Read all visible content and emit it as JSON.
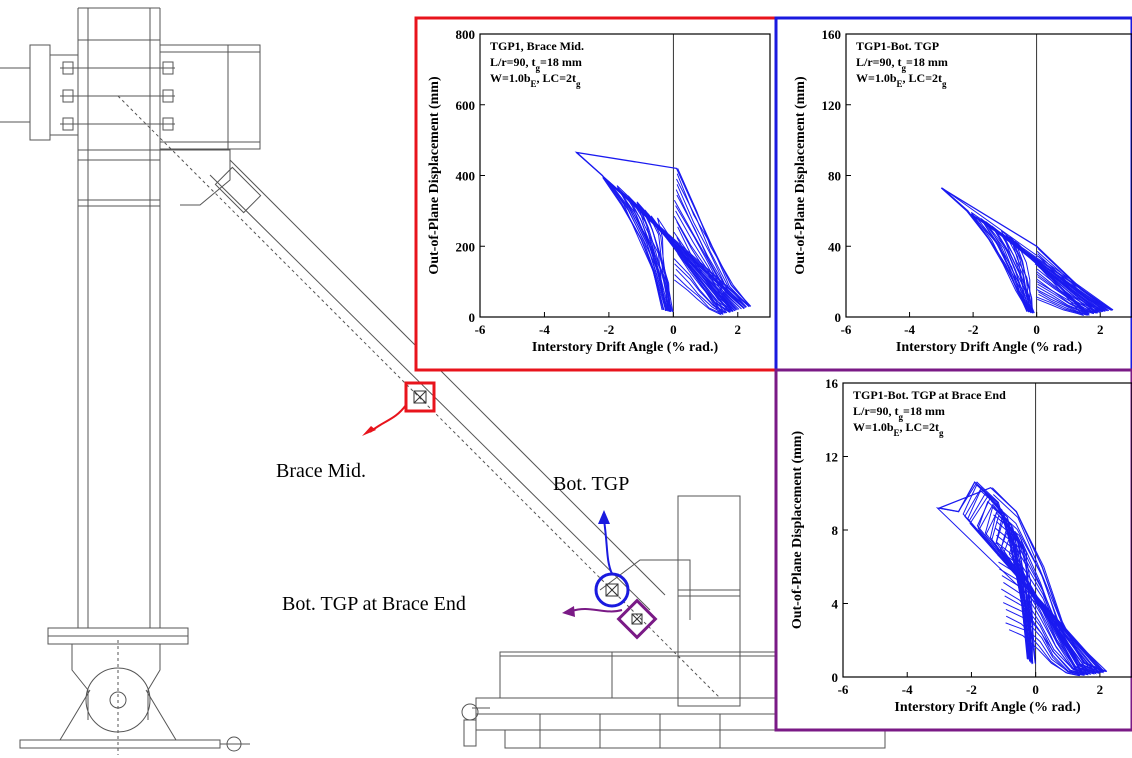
{
  "callouts": {
    "brace_mid": "Brace Mid.",
    "bot_tgp": "Bot. TGP",
    "bot_tgp_brace_end": "Bot. TGP at Brace End"
  },
  "colors": {
    "red": "#e8141c",
    "blue": "#1a1adf",
    "purple": "#7a1a86",
    "curve": "#1a1af0",
    "drawing": "#555555"
  },
  "chart_data": [
    {
      "type": "line",
      "frame_color": "red",
      "annotation": [
        "TGP1, Brace Mid.",
        "L/r=90, t_g=18 mm",
        "W=1.0b_E, LC=2t_g"
      ],
      "xlabel": "Interstory Drift Angle (% rad.)",
      "ylabel": "Out-of-Plane Displacement (mm)",
      "xlim": [
        -6,
        3
      ],
      "ylim": [
        0,
        800
      ],
      "x_ticks": [
        -6,
        -4,
        -2,
        0,
        2
      ],
      "y_ticks": [
        0,
        200,
        400,
        600,
        800
      ],
      "envelope_left": [
        [
          -3.0,
          465
        ],
        [
          -2.2,
          400
        ],
        [
          -1.6,
          320
        ],
        [
          -1.0,
          220
        ],
        [
          -0.6,
          130
        ],
        [
          -0.3,
          20
        ]
      ],
      "envelope_right": [
        [
          0.1,
          420
        ],
        [
          0.7,
          300
        ],
        [
          1.2,
          200
        ],
        [
          1.8,
          90
        ],
        [
          2.4,
          30
        ]
      ]
    },
    {
      "type": "line",
      "frame_color": "blue",
      "annotation": [
        "TGP1-Bot. TGP",
        "L/r=90, t_g=18 mm",
        "W=1.0b_E, LC=2t_g"
      ],
      "xlabel": "Interstory Drift Angle (% rad.)",
      "ylabel": "Out-of-Plane Displacement (mm)",
      "xlim": [
        -6,
        3
      ],
      "ylim": [
        0,
        160
      ],
      "x_ticks": [
        -6,
        -4,
        -2,
        0,
        2
      ],
      "y_ticks": [
        0,
        40,
        80,
        120,
        160
      ],
      "envelope_left": [
        [
          -3.0,
          73
        ],
        [
          -2.2,
          60
        ],
        [
          -1.5,
          44
        ],
        [
          -1.0,
          30
        ],
        [
          -0.6,
          15
        ],
        [
          -0.3,
          3
        ]
      ],
      "envelope_right": [
        [
          0.0,
          40
        ],
        [
          0.7,
          28
        ],
        [
          1.4,
          16
        ],
        [
          2.0,
          8
        ],
        [
          2.4,
          4
        ]
      ]
    },
    {
      "type": "line",
      "frame_color": "purple",
      "annotation": [
        "TGP1-Bot. TGP at Brace End",
        "L/r=90, t_g=18 mm",
        "W=1.0b_E, LC=2t_g"
      ],
      "xlabel": "Interstory Drift Angle (% rad.)",
      "ylabel": "Out-of-Plane Displacement (mm)",
      "xlim": [
        -6,
        3
      ],
      "ylim": [
        0,
        16
      ],
      "x_ticks": [
        -6,
        -4,
        -2,
        0,
        2
      ],
      "y_ticks": [
        0,
        4,
        8,
        12,
        16
      ],
      "envelope_left": [
        [
          -3.0,
          9.2
        ],
        [
          -2.4,
          9.0
        ],
        [
          -1.9,
          10.6
        ],
        [
          -1.2,
          9.5
        ],
        [
          -0.8,
          7.5
        ],
        [
          -0.4,
          4.0
        ],
        [
          -0.2,
          1.0
        ]
      ],
      "envelope_right": [
        [
          -1.4,
          10.3
        ],
        [
          -0.6,
          9.0
        ],
        [
          0.2,
          6.0
        ],
        [
          0.8,
          3.0
        ],
        [
          1.5,
          0.8
        ],
        [
          2.2,
          0.3
        ]
      ]
    }
  ]
}
